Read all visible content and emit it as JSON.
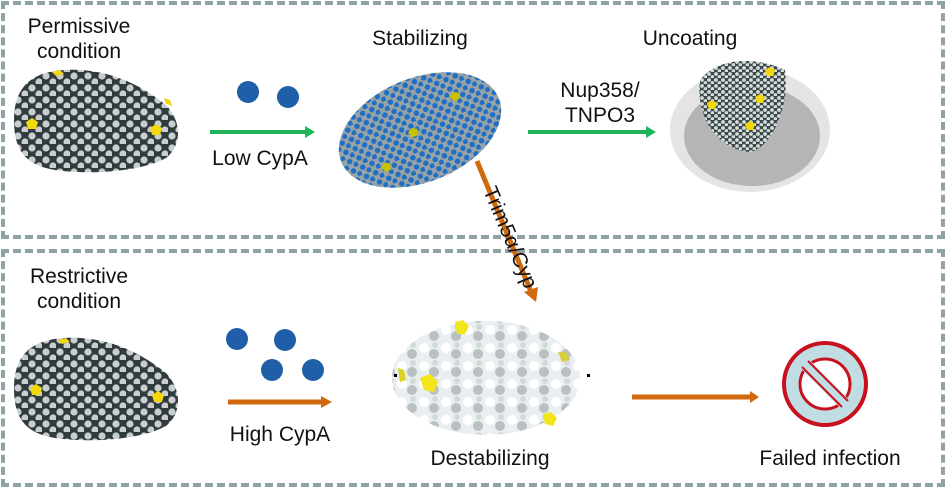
{
  "colors": {
    "panel_border": "#8fa3a6",
    "green_arrow": "#1fb35a",
    "orange_arrow": "#d1690f",
    "cypa_blue": "#1f5fa8",
    "capsid_gray": "#c9cdcf",
    "capsid_dark": "#2f3b3d",
    "pentamer_yellow": "#f2d70b",
    "stop_red": "#c8101e",
    "stop_fill": "#bfdde2"
  },
  "top_panel": {
    "condition_label_line1": "Permissive",
    "condition_label_line2": "condition",
    "arrow1_label": "Low CypA",
    "stage2_label": "Stabilizing",
    "arrow2_label_line1": "Nup358/",
    "arrow2_label_line2": "TNPO3",
    "stage3_label": "Uncoating",
    "cypa_count": 2
  },
  "cross_arrow": {
    "label": "Trim5α/Cyp"
  },
  "bottom_panel": {
    "condition_label_line1": "Restrictive",
    "condition_label_line2": "condition",
    "arrow1_label": "High CypA",
    "stage2_label": "Destabilizing",
    "stage3_label": "Failed infection",
    "cypa_count": 4
  }
}
